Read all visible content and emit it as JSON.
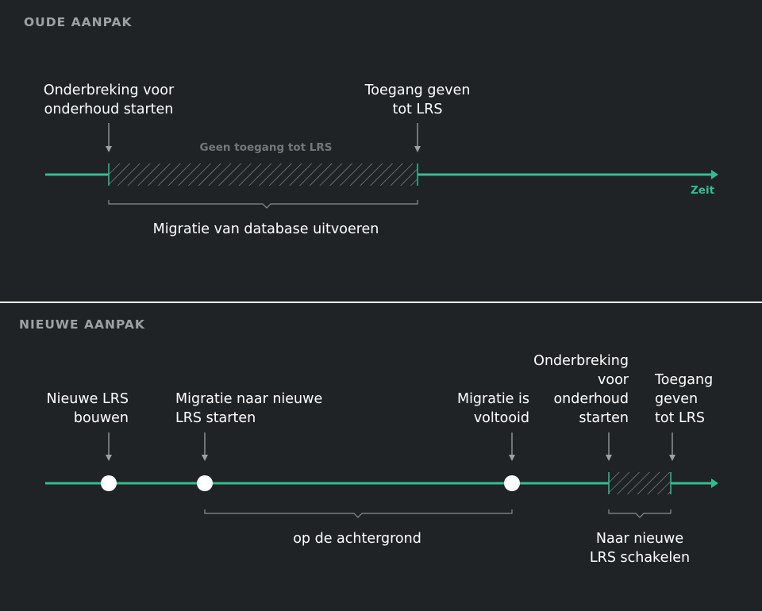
{
  "colors": {
    "background": "#202326",
    "accent": "#2fbf8f",
    "divider": "#ffffff",
    "hatch": "#8a8e90",
    "muted_text": "#73777a",
    "heading_text": "#9ea1a3",
    "arrow": "#9ea1a3"
  },
  "old": {
    "heading": "OUDE AANPAK",
    "start_label": [
      "Onderbreking voor",
      "onderhoud starten"
    ],
    "access_label": [
      "Toegang geven",
      "tot LRS"
    ],
    "no_access_label": "Geen toegang tot LRS",
    "time_label": "Zeit",
    "migration_label": "Migratie van database uitvoeren"
  },
  "new": {
    "heading": "NIEUWE AANPAK",
    "build_label": [
      "Nieuwe LRS",
      "bouwen"
    ],
    "start_migration_label": [
      "Migratie naar nieuwe",
      "LRS starten"
    ],
    "complete_label": [
      "Migratie is",
      "voltooid"
    ],
    "maintenance_label": [
      "Onderbreking",
      "voor",
      "onderhoud",
      "starten"
    ],
    "access_label": [
      "Toegang",
      "geven",
      "tot LRS"
    ],
    "background_label": "op de achtergrond",
    "switch_label": [
      "Naar nieuwe",
      "LRS schakelen"
    ]
  }
}
